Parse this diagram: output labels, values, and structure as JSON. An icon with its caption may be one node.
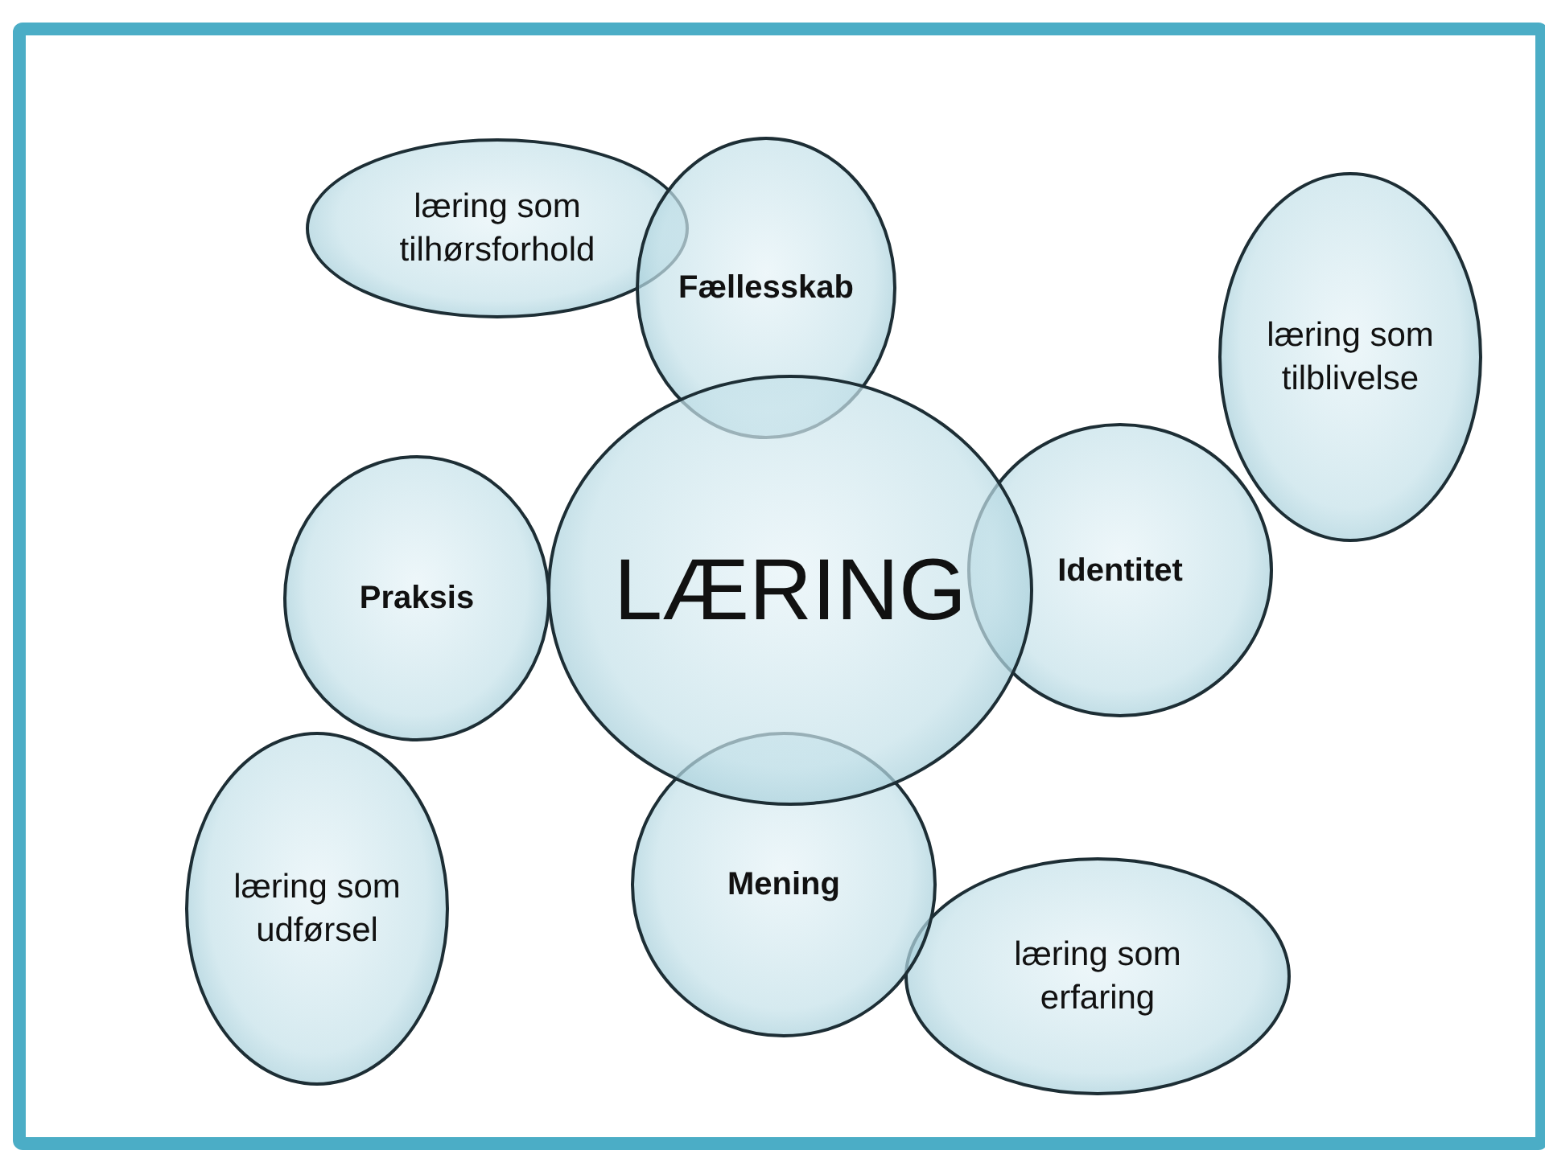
{
  "diagram": {
    "nodes": [
      {
        "text": [
          "læring som tilhørsforhold"
        ]
      },
      {
        "text": [
          "Fællesskab"
        ]
      },
      {
        "text": [
          "læring som tilblivelse"
        ]
      },
      {
        "text": [
          "Praksis"
        ]
      },
      {
        "text": [
          "LÆRING"
        ]
      },
      {
        "text": [
          "Identitet"
        ]
      },
      {
        "text": [
          "læring som udførsel"
        ]
      },
      {
        "text": [
          "Mening"
        ]
      },
      {
        "text": [
          "læring som erfaring"
        ]
      }
    ]
  }
}
